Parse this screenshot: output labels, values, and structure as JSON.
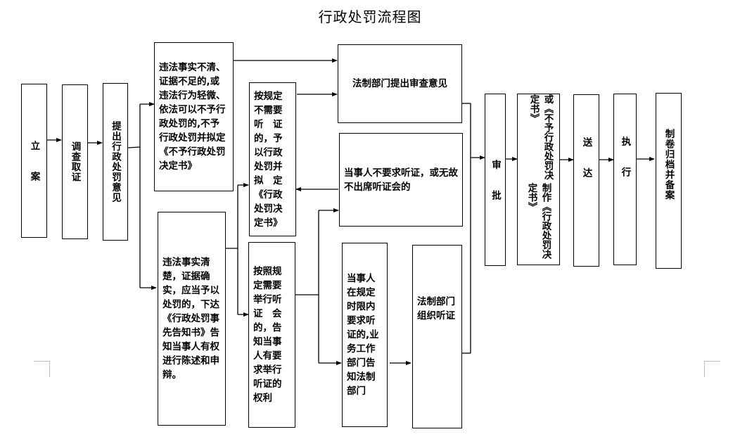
{
  "title": "行政处罚流程图",
  "steps": {
    "li_an": "立　　案",
    "diaocha": "调查取证",
    "tichu": "提出行政处罚意见",
    "unclear": "违法事实不清、证据不足的,或违法行为轻微、依法可以不予行政处罚的,不予行政处罚并拟定《不予行政处罚决定书》",
    "clear": "违法事实清楚，证据确实，应当予以处罚的，下达《行政处罚事先告知书》告知当事人有权进行陈述和申辩。",
    "no_hearing": "按规定不需要听　证的，予以行政处罚并拟　定《行政处罚决定书》",
    "need_hearing": "按照规定需要举行听证　会的，告知当事人有要求举行听证的权利",
    "legal_review": "法制部门提出审查意见",
    "not_request": "当事人不要求听证，或无故不出席听证会的",
    "request": "当事人在规定时限内要求听证的,业务工作部门告知法制部门",
    "organize": "法制部门组织听证",
    "approve": "审　　批",
    "make_a": "制作《行政处罚决定书》",
    "make_b": "或《不予行政处罚决定书》",
    "deliver": "送　　达",
    "execute": "执　　行",
    "archive": "制卷归档并备案"
  }
}
